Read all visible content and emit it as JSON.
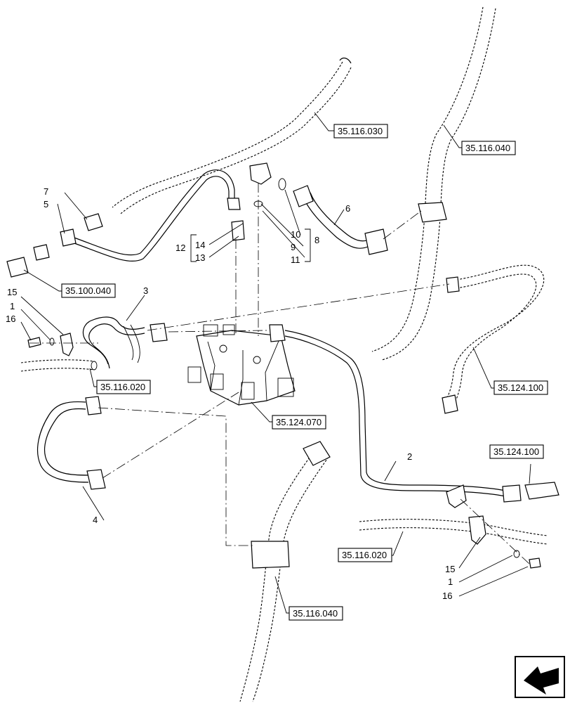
{
  "references": {
    "r_116_030": "35.116.030",
    "r_116_040_top": "35.116.040",
    "r_100_040": "35.100.040",
    "r_116_020_left": "35.116.020",
    "r_124_100_mid": "35.124.100",
    "r_124_070": "35.124.070",
    "r_124_100_right": "35.124.100",
    "r_116_020_right": "35.116.020",
    "r_116_040_bottom": "35.116.040"
  },
  "callouts": {
    "c1a": "1",
    "c1b": "1",
    "c2": "2",
    "c3": "3",
    "c4": "4",
    "c5": "5",
    "c6": "6",
    "c7": "7",
    "c8": "8",
    "c9": "9",
    "c10": "10",
    "c11": "11",
    "c12": "12",
    "c13": "13",
    "c14": "14",
    "c15a": "15",
    "c15b": "15",
    "c16a": "16",
    "c16b": "16"
  },
  "icons": {
    "nav": "previous-page-arrow-icon"
  }
}
